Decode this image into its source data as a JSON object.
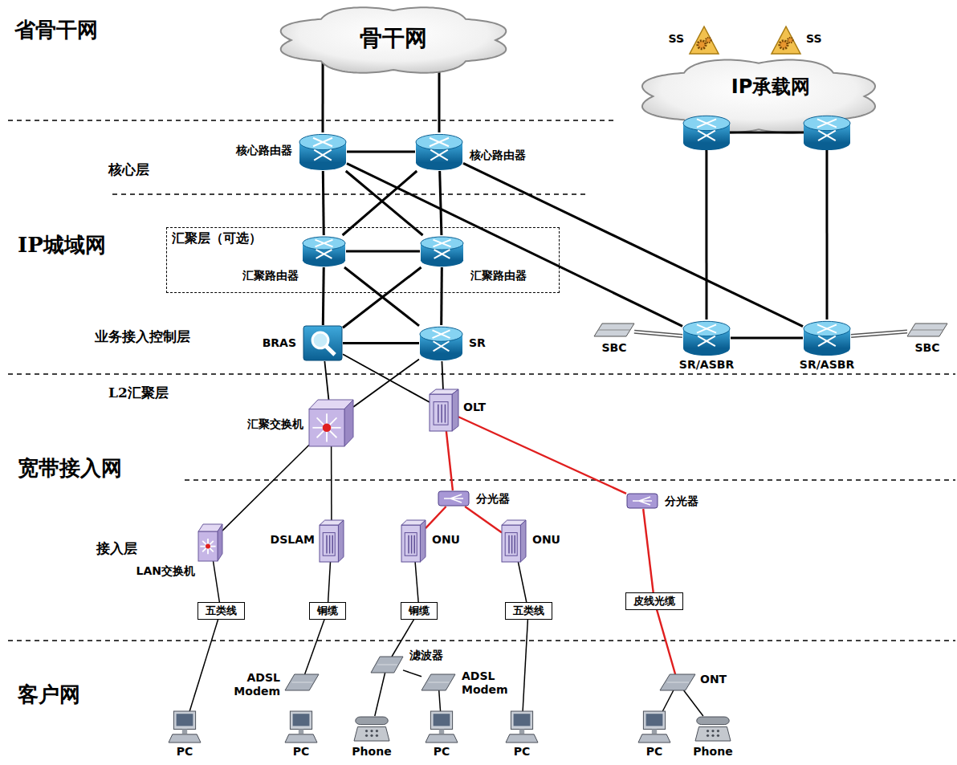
{
  "diagram": {
    "nodes": [
      {
        "text": [
          "骨干网"
        ]
      },
      {
        "text": [
          "IP承载网"
        ]
      },
      {
        "text": [
          "SS"
        ]
      },
      {
        "text": [
          "SS"
        ]
      },
      {
        "text": [
          "核心路由器"
        ]
      },
      {
        "text": [
          "核心路由器"
        ]
      },
      {
        "text": [
          "汇聚层（可选）"
        ]
      },
      {
        "text": [
          "汇聚路由器"
        ],
        "in": 6
      },
      {
        "text": [
          "汇聚路由器"
        ],
        "in": 6
      },
      {
        "text": [
          "BRAS"
        ]
      },
      {
        "text": [
          "SR"
        ]
      },
      {
        "text": [
          "SBC"
        ]
      },
      {
        "text": [
          "SR/ASBR"
        ]
      },
      {
        "text": [
          "SR/ASBR"
        ]
      },
      {
        "text": [
          "SBC"
        ]
      },
      {
        "text": [
          "汇聚交换机"
        ]
      },
      {
        "text": [
          "OLT"
        ]
      },
      {
        "text": [
          "分光器"
        ]
      },
      {
        "text": [
          "分光器"
        ]
      },
      {
        "text": [
          "LAN交换机"
        ]
      },
      {
        "text": [
          "DSLAM"
        ]
      },
      {
        "text": [
          "ONU"
        ]
      },
      {
        "text": [
          "ONU"
        ]
      },
      {
        "text": [
          "五类线"
        ]
      },
      {
        "text": [
          "铜缆"
        ]
      },
      {
        "text": [
          "铜缆"
        ]
      },
      {
        "text": [
          "五类线"
        ]
      },
      {
        "text": [
          "皮线光缆"
        ]
      },
      {
        "text": [
          "ADSL Modem"
        ]
      },
      {
        "text": [
          "滤波器"
        ]
      },
      {
        "text": [
          "ADSL Modem"
        ]
      },
      {
        "text": [
          "ONT"
        ]
      },
      {
        "text": [
          "PC"
        ]
      },
      {
        "text": [
          "PC"
        ]
      },
      {
        "text": [
          "Phone"
        ]
      },
      {
        "text": [
          "PC"
        ]
      },
      {
        "text": [
          "PC"
        ]
      },
      {
        "text": [
          "PC"
        ]
      },
      {
        "text": [
          "Phone"
        ]
      }
    ],
    "edges": [
      {
        "from": 4,
        "to": 0,
        "arrow": "none"
      },
      {
        "from": 5,
        "to": 0,
        "arrow": "none"
      },
      {
        "from": 4,
        "to": 5,
        "arrow": "none"
      },
      {
        "from": 4,
        "to": 7,
        "arrow": "none"
      },
      {
        "from": 4,
        "to": 8,
        "arrow": "none"
      },
      {
        "from": 4,
        "to": 12,
        "arrow": "none"
      },
      {
        "from": 5,
        "to": 7,
        "arrow": "none"
      },
      {
        "from": 5,
        "to": 8,
        "arrow": "none"
      },
      {
        "from": 5,
        "to": 13,
        "arrow": "none"
      },
      {
        "from": 7,
        "to": 8,
        "arrow": "none"
      },
      {
        "from": 7,
        "to": 9,
        "arrow": "none"
      },
      {
        "from": 7,
        "to": 10,
        "arrow": "none"
      },
      {
        "from": 8,
        "to": 9,
        "arrow": "none"
      },
      {
        "from": 8,
        "to": 10,
        "arrow": "none"
      },
      {
        "from": 9,
        "to": 10,
        "arrow": "none"
      },
      {
        "from": 11,
        "to": 12,
        "arrow": "none"
      },
      {
        "from": 12,
        "to": 13,
        "arrow": "none"
      },
      {
        "from": 13,
        "to": 14,
        "arrow": "none"
      },
      {
        "from": 12,
        "to": 1,
        "arrow": "none"
      },
      {
        "from": 13,
        "to": 1,
        "arrow": "none"
      },
      {
        "from": 9,
        "to": 15,
        "arrow": "none"
      },
      {
        "from": 9,
        "to": 16,
        "arrow": "none"
      },
      {
        "from": 10,
        "to": 15,
        "arrow": "none"
      },
      {
        "from": 10,
        "to": 16,
        "arrow": "none"
      },
      {
        "from": 15,
        "to": 19,
        "arrow": "none"
      },
      {
        "from": 15,
        "to": 20,
        "arrow": "none"
      },
      {
        "from": 16,
        "to": 17,
        "arrow": "none"
      },
      {
        "from": 16,
        "to": 18,
        "arrow": "none"
      },
      {
        "from": 17,
        "to": 21,
        "arrow": "none"
      },
      {
        "from": 17,
        "to": 22,
        "arrow": "none"
      },
      {
        "from": 18,
        "to": 27,
        "arrow": "none"
      },
      {
        "from": 19,
        "to": 23,
        "arrow": "none"
      },
      {
        "from": 20,
        "to": 24,
        "arrow": "none"
      },
      {
        "from": 21,
        "to": 25,
        "arrow": "none"
      },
      {
        "from": 22,
        "to": 26,
        "arrow": "none"
      },
      {
        "from": 27,
        "to": 31,
        "arrow": "none"
      },
      {
        "from": 23,
        "to": 32,
        "arrow": "none"
      },
      {
        "from": 24,
        "to": 28,
        "arrow": "none"
      },
      {
        "from": 25,
        "to": 29,
        "arrow": "none"
      },
      {
        "from": 29,
        "to": 34,
        "arrow": "none"
      },
      {
        "from": 29,
        "to": 30,
        "arrow": "none"
      },
      {
        "from": 30,
        "to": 35,
        "arrow": "none"
      },
      {
        "from": 26,
        "to": 36,
        "arrow": "none"
      },
      {
        "from": 31,
        "to": 37,
        "arrow": "none"
      },
      {
        "from": 31,
        "to": 38,
        "arrow": "none"
      }
    ],
    "labels": [
      "省骨干网",
      "核心层",
      "IP城域网",
      "业务接入控制层",
      "L2汇聚层",
      "宽带接入网",
      "接入层",
      "客户网"
    ]
  }
}
